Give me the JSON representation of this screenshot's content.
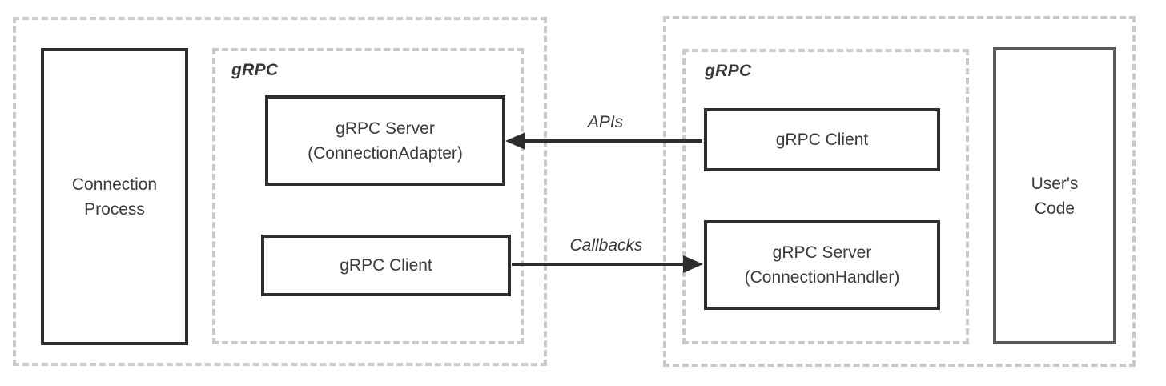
{
  "diagram_type": "grpc-architecture",
  "colors": {
    "background": "#ffffff",
    "node_border": "#2e2e30",
    "user_code_border": "#59595b",
    "dashed_container_border": "#c9c9c9",
    "text": "#3a3a3c",
    "arrow": "#2e2e30"
  },
  "left_group": {
    "process_box": {
      "lines": [
        "Connection",
        "Process"
      ]
    },
    "grpc_container": {
      "label": "gRPC"
    },
    "server_box": {
      "lines": [
        "gRPC Server",
        "(ConnectionAdapter)"
      ]
    },
    "client_box": {
      "label": "gRPC Client"
    }
  },
  "right_group": {
    "grpc_container": {
      "label": "gRPC"
    },
    "client_box": {
      "label": "gRPC Client"
    },
    "server_box": {
      "lines": [
        "gRPC Server",
        "(ConnectionHandler)"
      ]
    },
    "user_code_box": {
      "lines": [
        "User's",
        "Code"
      ]
    }
  },
  "arrows": {
    "apis": {
      "label": "APIs",
      "direction": "right-to-left",
      "from": "right gRPC Client",
      "to": "gRPC Server (ConnectionAdapter)"
    },
    "callbacks": {
      "label": "Callbacks",
      "direction": "left-to-right",
      "from": "left gRPC Client",
      "to": "gRPC Server (ConnectionHandler)"
    }
  }
}
